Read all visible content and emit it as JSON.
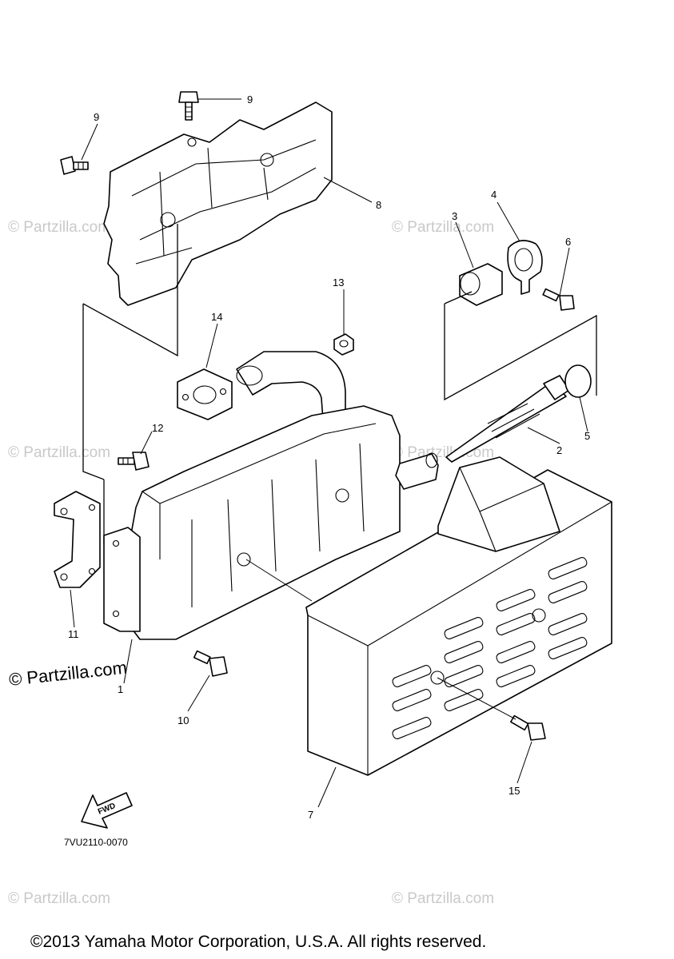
{
  "diagram": {
    "callouts": {
      "c1": "1",
      "c2": "2",
      "c3": "3",
      "c4": "4",
      "c5": "5",
      "c6": "6",
      "c7": "7",
      "c8": "8",
      "c9a": "9",
      "c9b": "9",
      "c10": "10",
      "c11": "11",
      "c12": "12",
      "c13": "13",
      "c14": "14",
      "c15": "15"
    },
    "fwd_label": "FWD",
    "drawing_code": "7VU2110-0070"
  },
  "watermark": {
    "text": "© Partzilla.com",
    "main_text": "© Partzilla.com"
  },
  "footer": {
    "copyright": "©2013 Yamaha Motor Corporation, U.S.A. All rights reserved."
  }
}
